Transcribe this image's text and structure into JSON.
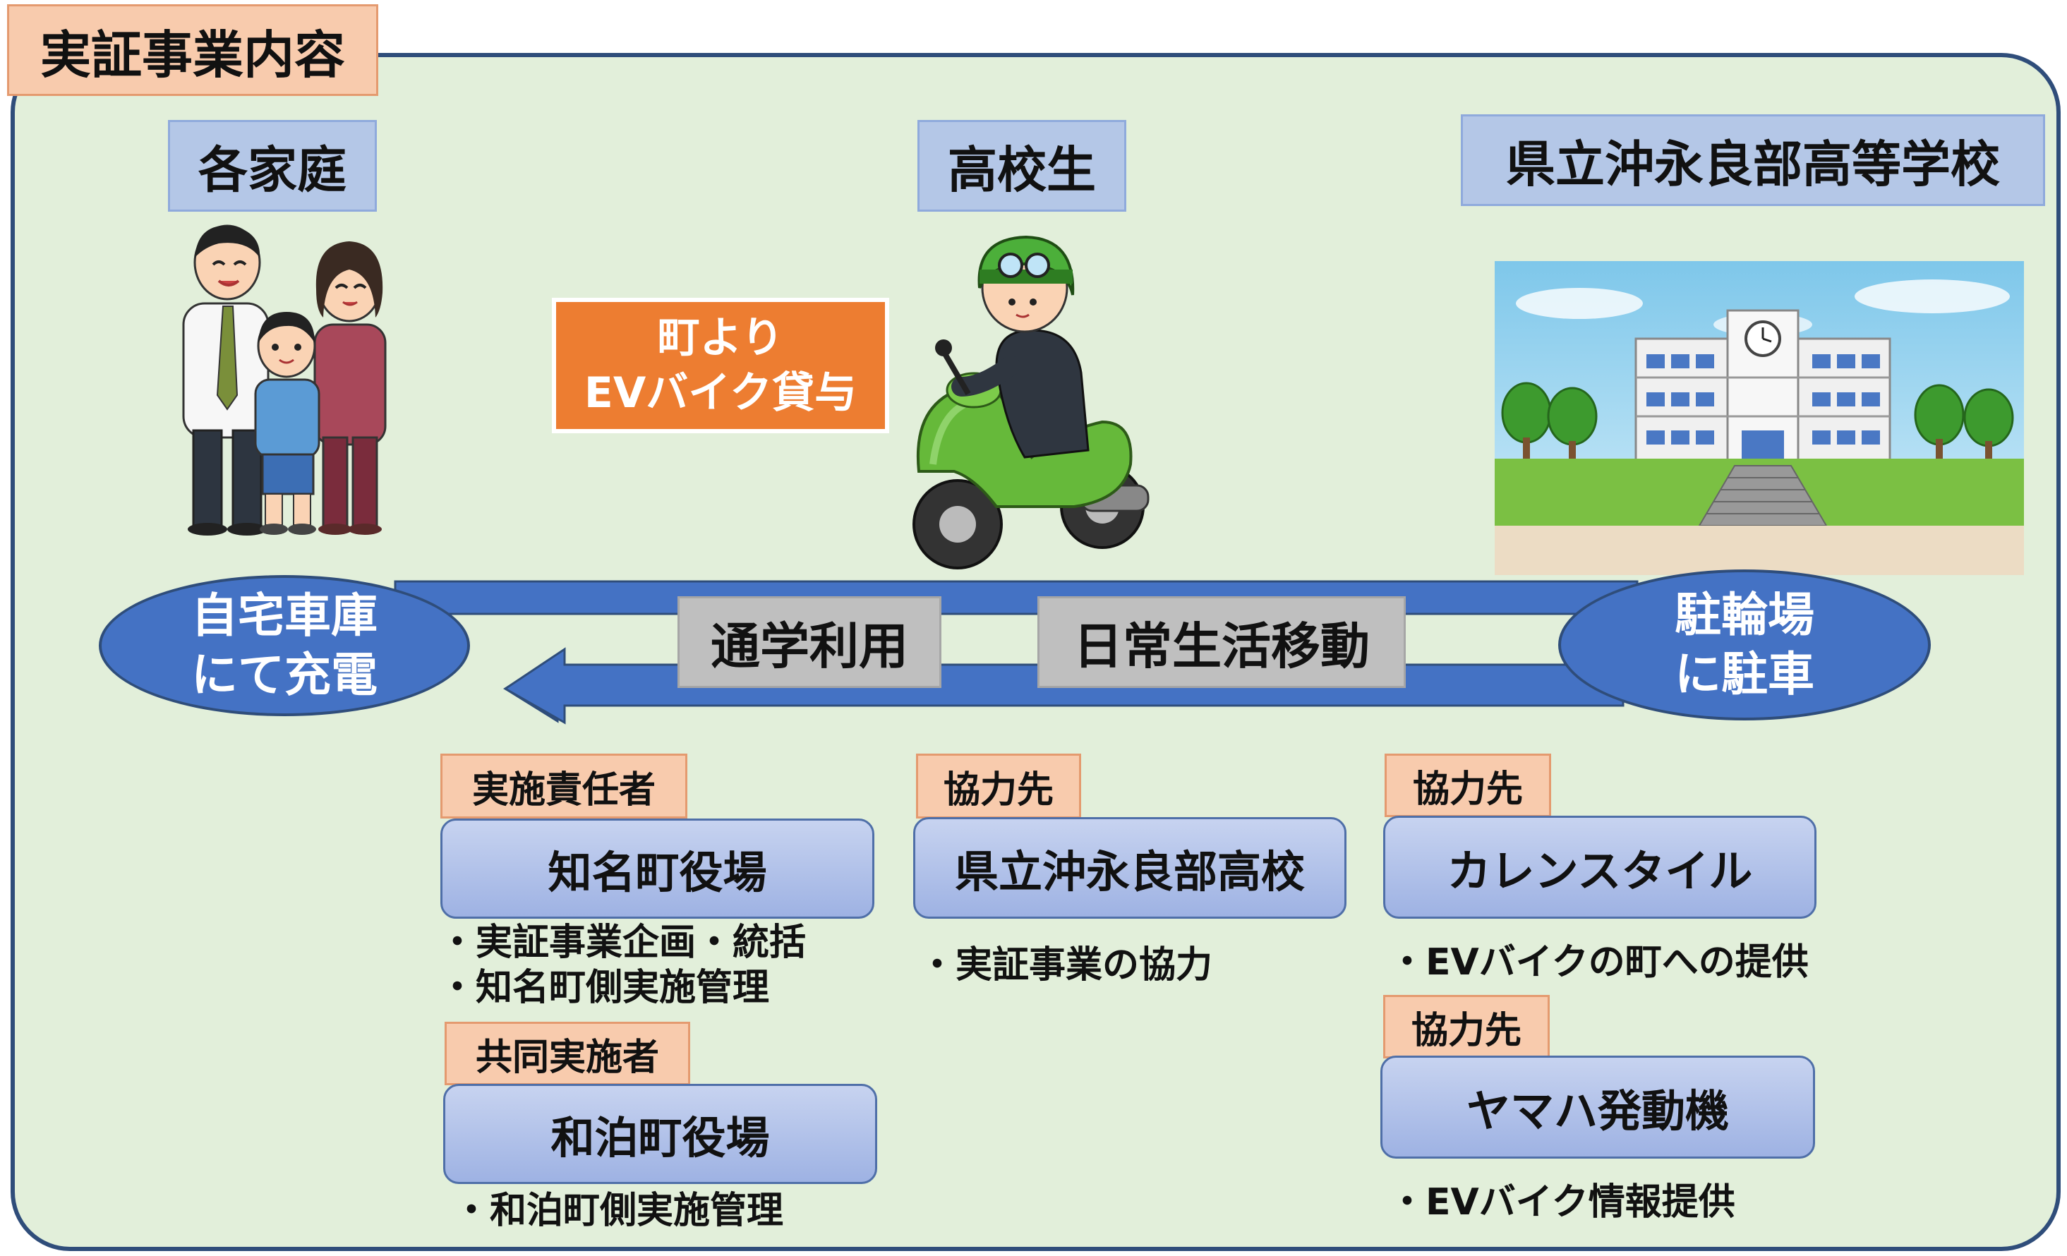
{
  "title": "実証事業内容",
  "headers": {
    "household": "各家庭",
    "student": "高校生",
    "school": "県立沖永良部高等学校"
  },
  "loan": {
    "line1": "町より",
    "line2": "EVバイク貸与"
  },
  "home": {
    "line1": "自宅車庫",
    "line2": "にて充電"
  },
  "parking": {
    "line1": "駐輪場",
    "line2": "に駐車"
  },
  "uses": {
    "commute": "通学利用",
    "daily": "日常生活移動"
  },
  "orgs": {
    "china": {
      "role": "実施責任者",
      "name": "知名町役場",
      "notes": [
        "・実証事業企画・統括",
        "・知名町側実施管理"
      ]
    },
    "wadomari": {
      "role": "共同実施者",
      "name": "和泊町役場",
      "notes": [
        "・和泊町側実施管理"
      ]
    },
    "school": {
      "role": "協力先",
      "name": "県立沖永良部高校",
      "notes": [
        "・実証事業の協力"
      ]
    },
    "karen": {
      "role": "協力先",
      "name": "カレンスタイル",
      "notes": [
        "・EVバイクの町への提供"
      ]
    },
    "yamaha": {
      "role": "協力先",
      "name": "ヤマハ発動機",
      "notes": [
        "・EVバイク情報提供"
      ]
    }
  },
  "colors": {
    "panel_bg": "#e2efda",
    "panel_border": "#2f4d7a",
    "header_bg": "#b4c7e7",
    "role_bg": "#f8cbad",
    "loan_bg": "#ed7d31",
    "ellipse_bg": "#4472c4",
    "arrow": "#4472c4"
  },
  "icons": {
    "family": "family-illustration",
    "rider": "student-riding-scooter-illustration",
    "school": "school-building-illustration"
  }
}
